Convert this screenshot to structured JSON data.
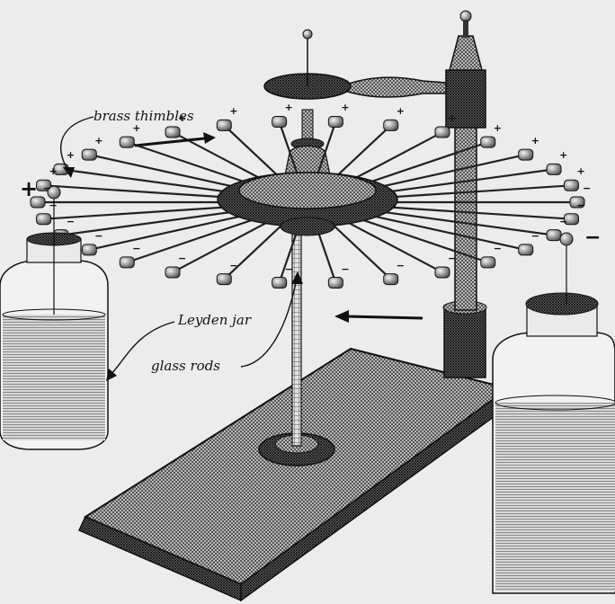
{
  "labels": {
    "thimbles": "brass thimbles",
    "jar": "Leyden jar",
    "rods": "glass rods"
  },
  "signs": {
    "plus": "+",
    "minus": "−"
  },
  "colors": {
    "paper": "#ececec",
    "ink": "#111111",
    "hatch": "#3a3a3a"
  }
}
